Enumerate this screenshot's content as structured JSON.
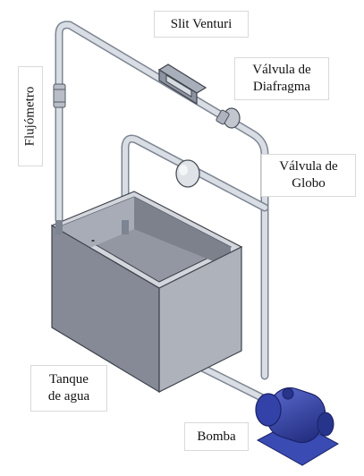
{
  "labels": {
    "slit_venturi": "Slit Venturi",
    "valvula_diafragma": [
      "Válvula de",
      "Diafragma"
    ],
    "flujometro": "Flujómetro",
    "valvula_globo": [
      "Válvula de",
      "Globo"
    ],
    "tanque": [
      "Tanque",
      "de agua"
    ],
    "bomba": "Bomba"
  },
  "colors": {
    "pipe": "#c9ced8",
    "pipe_dark": "#7d8593",
    "tank_front": "#858a96",
    "tank_side": "#aeb2bb",
    "tank_top": "#d3d6dc",
    "motor": "#2f3e9a",
    "motor_base": "#3a4bb3"
  }
}
